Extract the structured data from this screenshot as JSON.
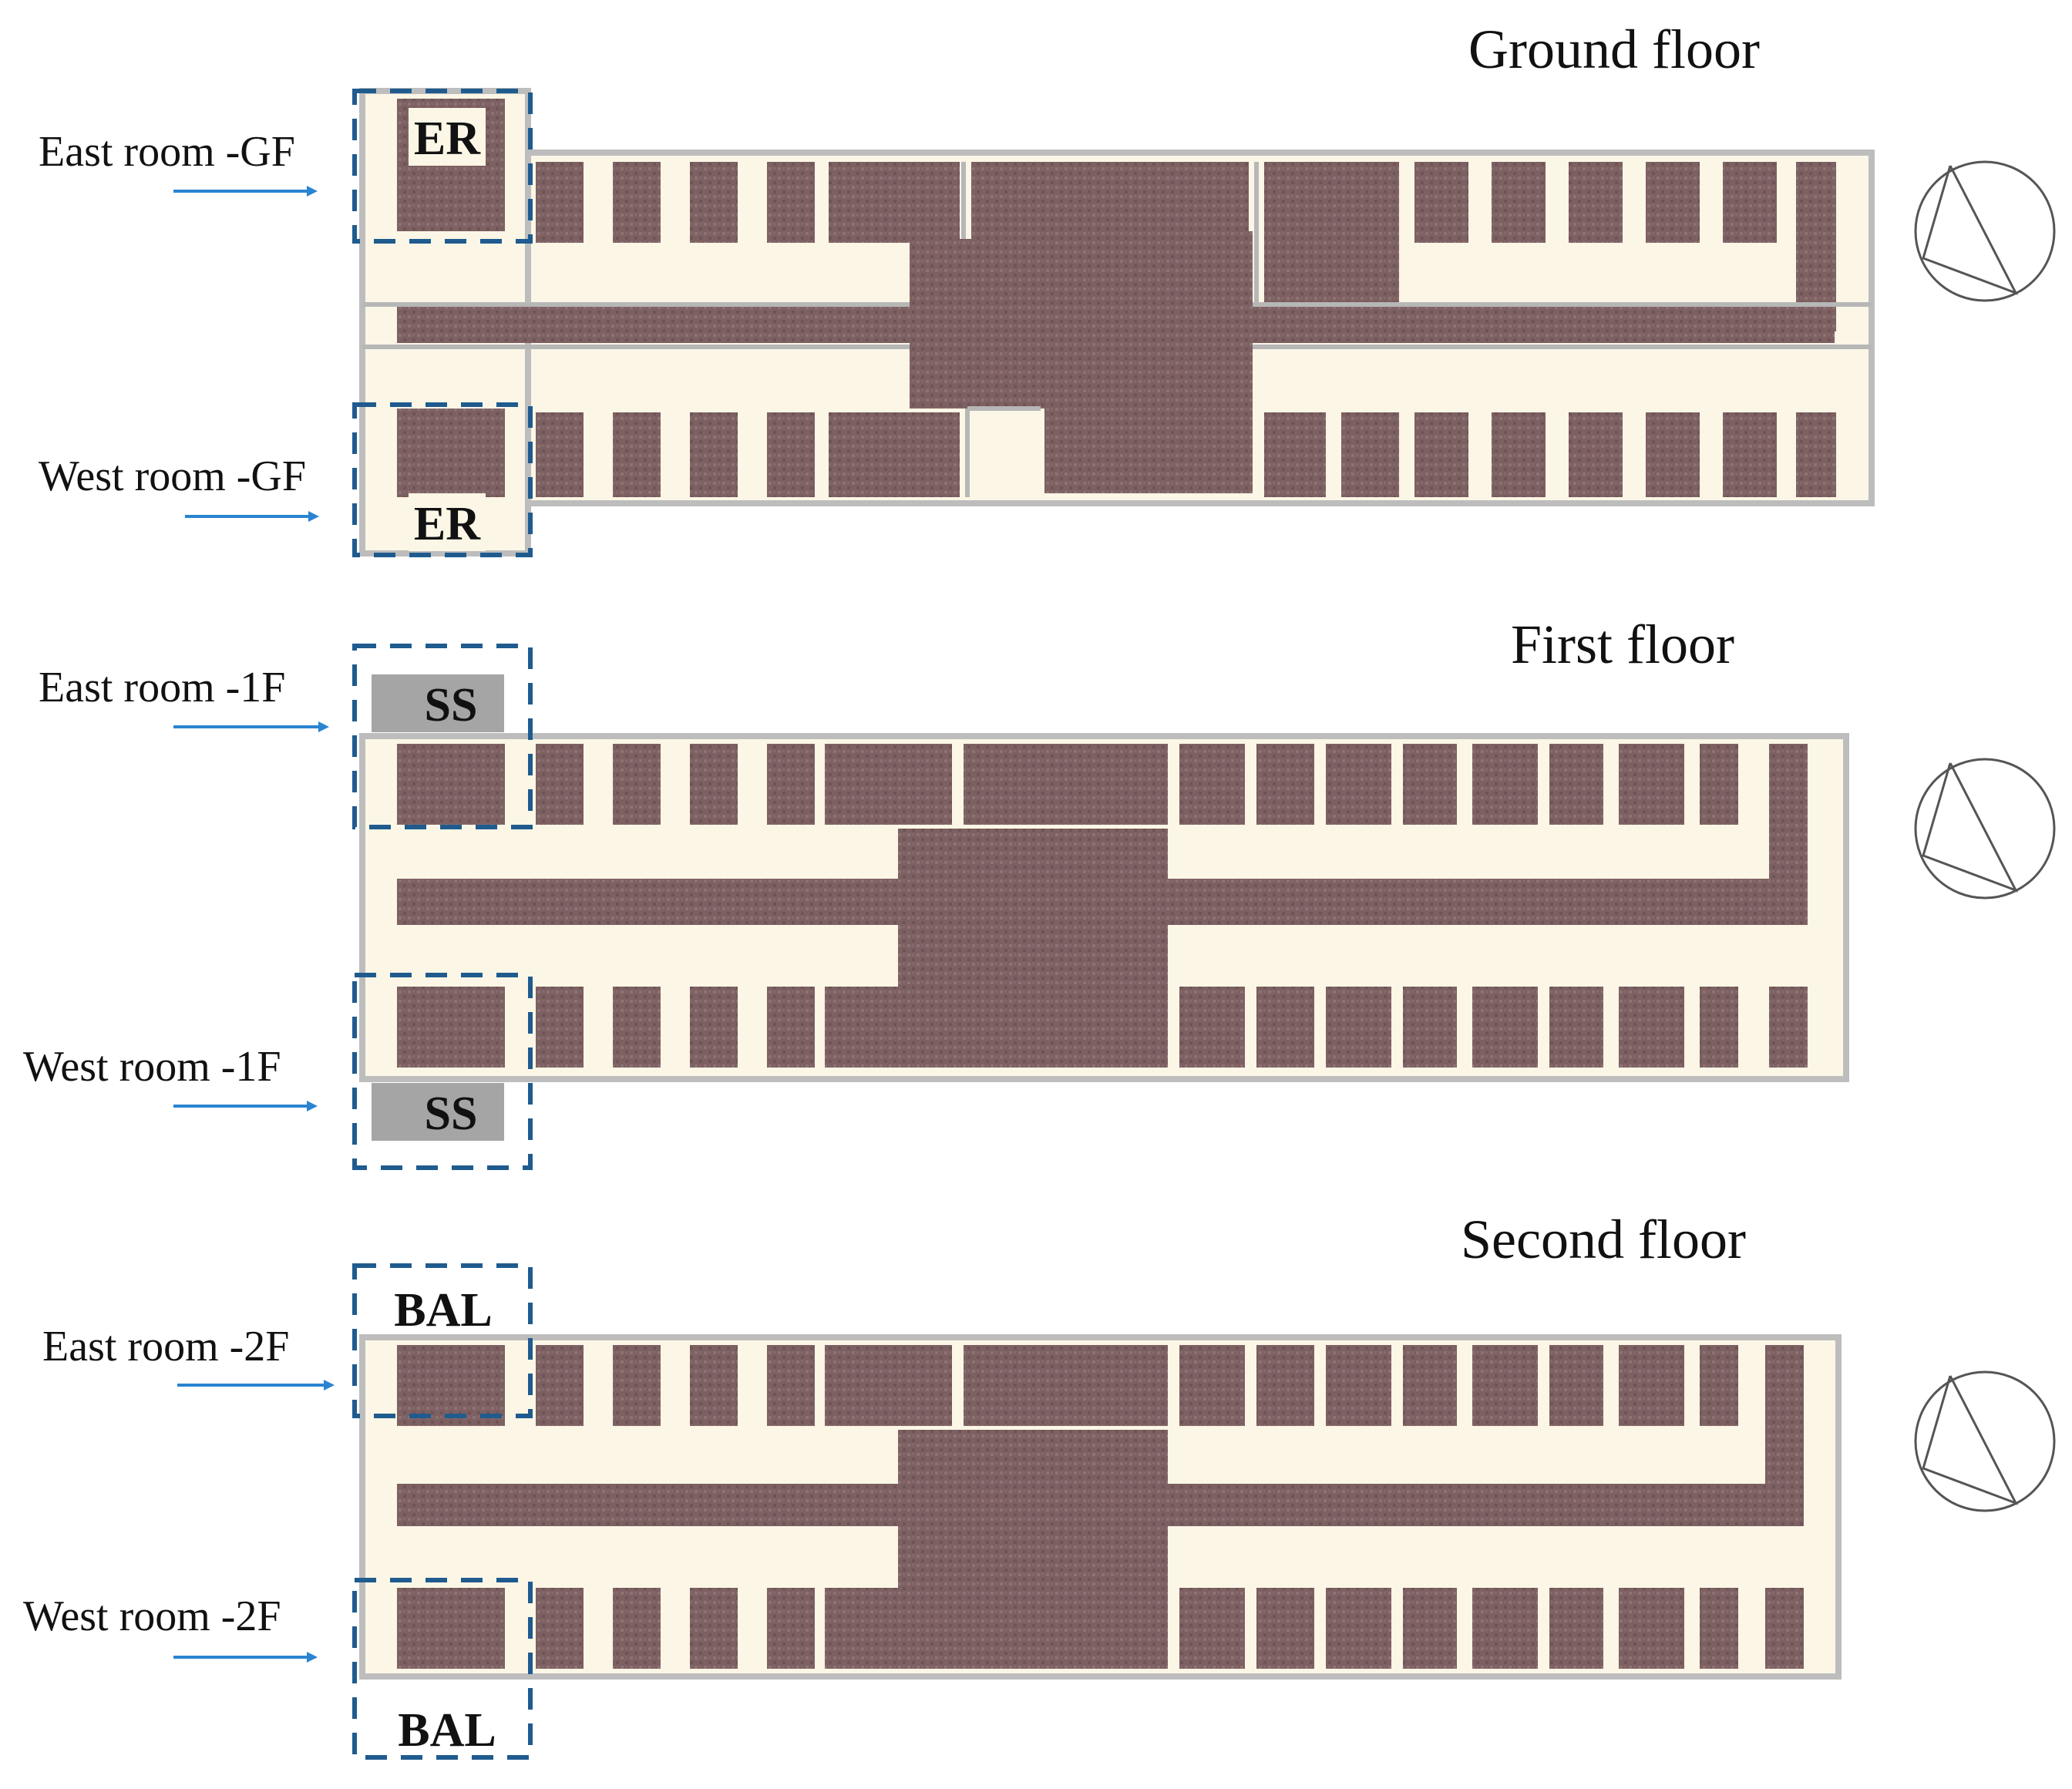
{
  "floors": [
    {
      "title": "Ground floor",
      "east_label": "East room -GF",
      "west_label": "West room -GF",
      "east_tag": "ER",
      "west_tag": "ER"
    },
    {
      "title": "First floor",
      "east_label": "East room -1F",
      "west_label": "West room -1F",
      "east_tag": "SS",
      "west_tag": "SS"
    },
    {
      "title": "Second floor",
      "east_label": "East room -2F",
      "west_label": "West room -2F",
      "east_tag": "BAL",
      "west_tag": "BAL"
    }
  ],
  "colors": {
    "floor_fill": "#7d6062",
    "wall_fill": "#fbf6e6",
    "highlight_box": "#1f5b8e",
    "arrow": "#2a84d2",
    "annex_gray": "#a5a5a5"
  },
  "icons": [
    "north-compass-icon",
    "arrow-right-icon"
  ]
}
